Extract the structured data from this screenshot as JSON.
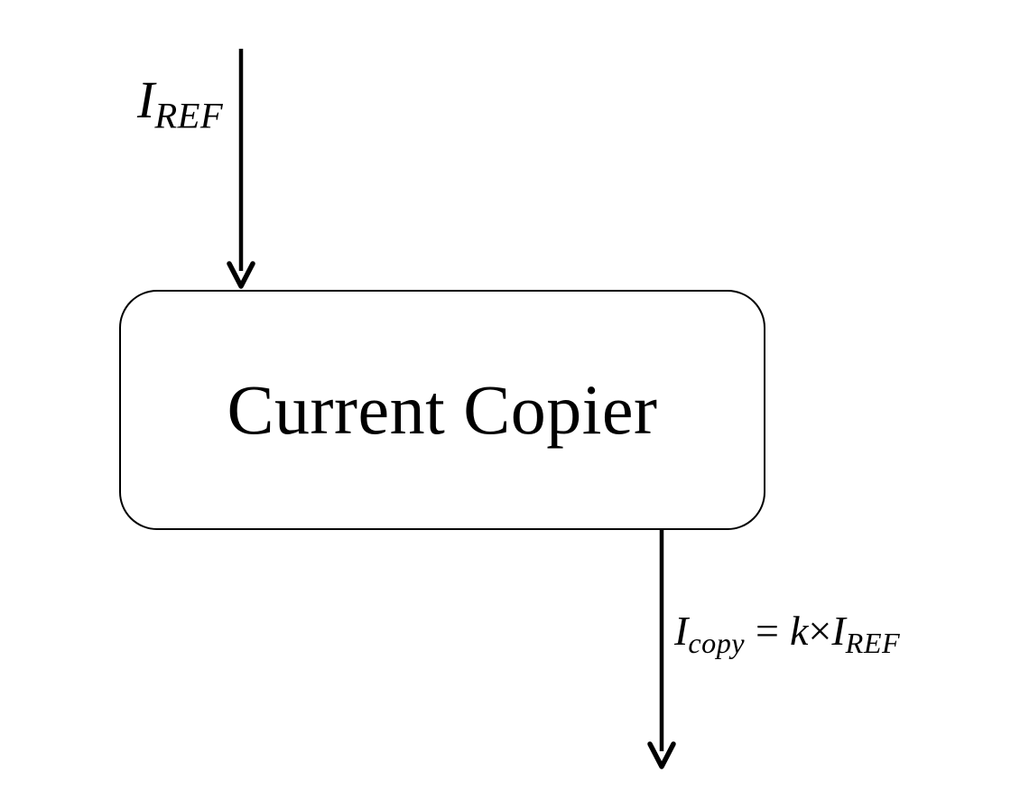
{
  "colors": {
    "background": "#ffffff",
    "stroke": "#000000",
    "text": "#000000"
  },
  "diagram": {
    "box": {
      "label": "Current Copier"
    },
    "input_arrow": {
      "direction": "down",
      "label": {
        "base": "I",
        "sub": "REF"
      }
    },
    "output_arrow": {
      "direction": "down",
      "label": {
        "base": "I",
        "sub": "copy",
        "equals": "=",
        "factor": "k",
        "times": "×",
        "rhs_base": "I",
        "rhs_sub": "REF"
      }
    }
  }
}
